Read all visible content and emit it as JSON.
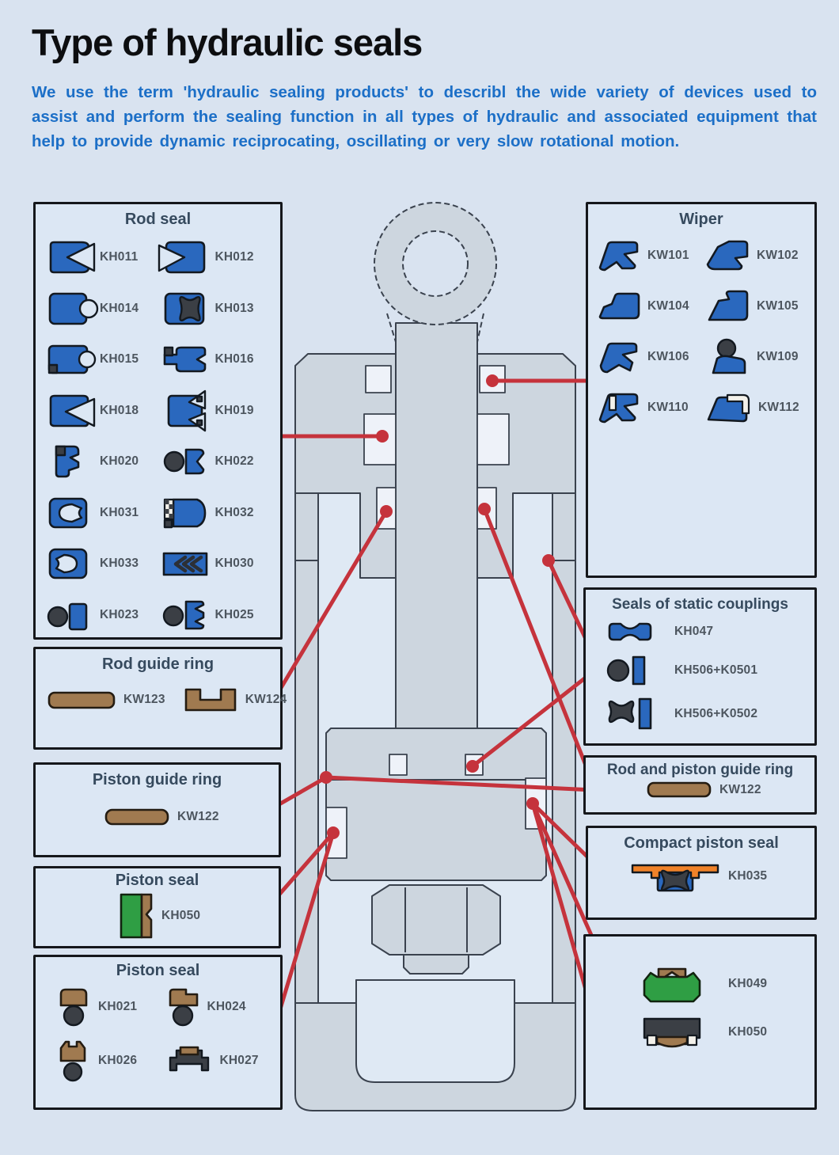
{
  "page": {
    "title": "Type of hydraulic seals",
    "intro": "We use the term 'hydraulic sealing products' to describl the wide variety of devices used to assist and perform the sealing function in all types of hydraulic and associated equipment that help to provide dynamic reciprocating, oscillating or very slow rotational motion."
  },
  "colors": {
    "background": "#d9e3f0",
    "box_fill": "#dce7f4",
    "box_border": "#15171b",
    "intro_blue": "#1c6fc7",
    "seal_blue": "#2a68be",
    "seal_dark": "#3b3f45",
    "seal_brown": "#a07a50",
    "seal_green": "#2f9e44",
    "seal_orange": "#f08229",
    "callout_red": "#c5333c",
    "steel": "#cdd6df",
    "chamber": "#dfe9f4"
  },
  "boxes": {
    "rod_seal": {
      "title": "Rod seal",
      "items": [
        {
          "code": "KH011"
        },
        {
          "code": "KH012"
        },
        {
          "code": "KH014"
        },
        {
          "code": "KH013"
        },
        {
          "code": "KH015"
        },
        {
          "code": "KH016"
        },
        {
          "code": "KH018"
        },
        {
          "code": "KH019"
        },
        {
          "code": "KH020"
        },
        {
          "code": "KH022"
        },
        {
          "code": "KH031"
        },
        {
          "code": "KH032"
        },
        {
          "code": "KH033"
        },
        {
          "code": "KH030"
        },
        {
          "code": "KH023"
        },
        {
          "code": "KH025"
        }
      ]
    },
    "wiper": {
      "title": "Wiper",
      "items": [
        {
          "code": "KW101"
        },
        {
          "code": "KW102"
        },
        {
          "code": "KW104"
        },
        {
          "code": "KW105"
        },
        {
          "code": "KW106"
        },
        {
          "code": "KW109"
        },
        {
          "code": "KW110"
        },
        {
          "code": "KW112"
        }
      ]
    },
    "rod_guide_ring": {
      "title": "Rod guide ring",
      "items": [
        {
          "code": "KW123"
        },
        {
          "code": "KW124"
        }
      ]
    },
    "piston_guide_ring": {
      "title": "Piston guide ring",
      "items": [
        {
          "code": "KW122"
        }
      ]
    },
    "piston_seal_single": {
      "title": "Piston seal",
      "items": [
        {
          "code": "KH050"
        }
      ]
    },
    "piston_seal_multi": {
      "title": "Piston seal",
      "items": [
        {
          "code": "KH021"
        },
        {
          "code": "KH024"
        },
        {
          "code": "KH026"
        },
        {
          "code": "KH027"
        }
      ]
    },
    "static_couplings": {
      "title": "Seals of static couplings",
      "items": [
        {
          "code": "KH047"
        },
        {
          "code": "KH506+K0501"
        },
        {
          "code": "KH506+K0502"
        }
      ]
    },
    "rod_piston_guide": {
      "title": "Rod and piston guide ring",
      "items": [
        {
          "code": "KW122"
        }
      ]
    },
    "compact_piston": {
      "title": "Compact piston seal",
      "items": [
        {
          "code": "KH035"
        }
      ]
    },
    "piston_seals_untitled": {
      "title": "",
      "items": [
        {
          "code": "KH049"
        },
        {
          "code": "KH050"
        }
      ]
    }
  }
}
